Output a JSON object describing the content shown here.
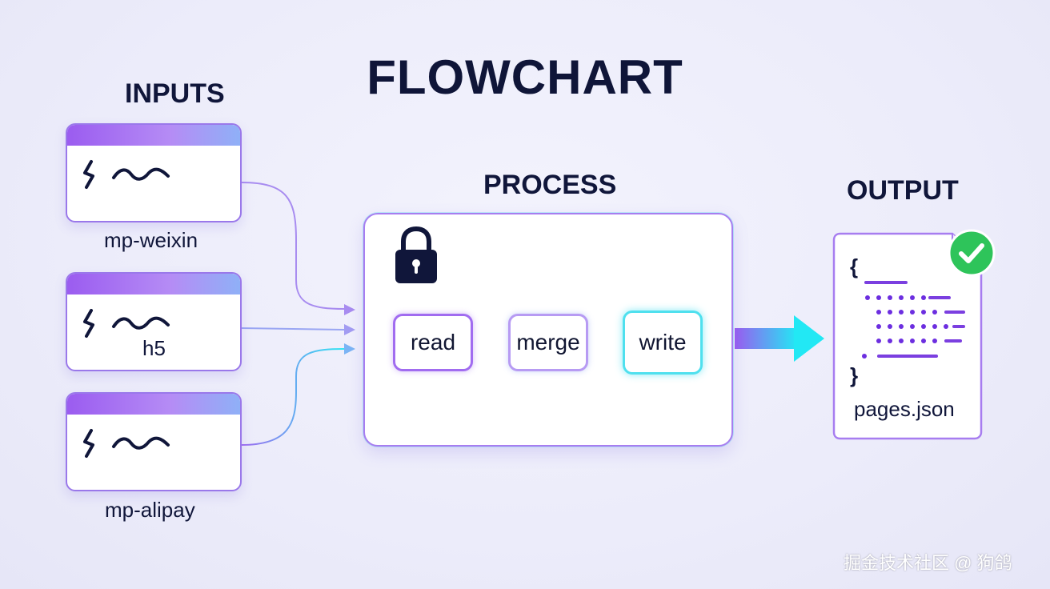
{
  "title": "FLOWCHART",
  "sections": {
    "inputs": "INPUTS",
    "process": "PROCESS",
    "output": "OUTPUT"
  },
  "inputs": [
    {
      "name": "mp-weixin",
      "icon": "terminal-icon"
    },
    {
      "name": "h5",
      "icon": "terminal-icon"
    },
    {
      "name": "mp-alipay",
      "icon": "terminal-icon"
    }
  ],
  "process": {
    "icon": "lock-icon",
    "steps": [
      "read",
      "merge",
      "write"
    ]
  },
  "output": {
    "file": "pages.json",
    "brace_open": "{",
    "brace_close": "}",
    "status_icon": "check-icon"
  },
  "watermark": "掘金技术社区 @ 狗鸽",
  "colors": {
    "purple": "#9b5cf0",
    "cyan": "#3fe2f0",
    "navy": "#10163a",
    "check_green": "#2ec45a"
  }
}
